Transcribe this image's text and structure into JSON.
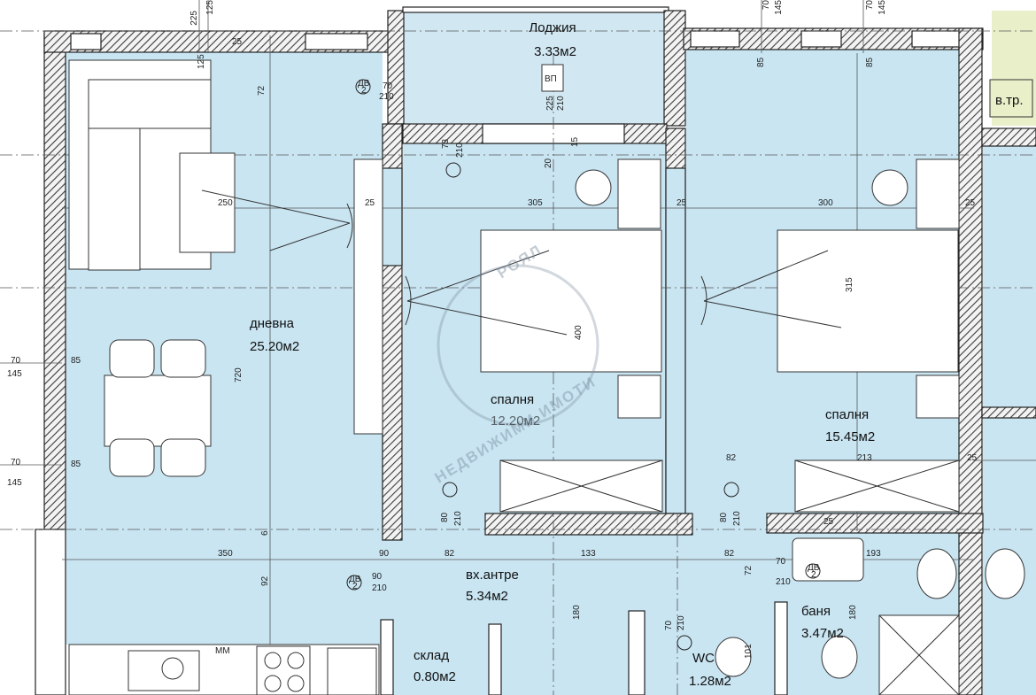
{
  "plan_title": "",
  "rooms": {
    "loggia": {
      "name": "Лоджия",
      "area": "3.33м2"
    },
    "living": {
      "name": "дневна",
      "area": "25.20м2"
    },
    "bedroom1": {
      "name": "спалня",
      "area": "12.20м2"
    },
    "bedroom2": {
      "name": "спалня",
      "area": "15.45м2"
    },
    "hall": {
      "name": "вх.антре",
      "area": "5.34м2"
    },
    "storage": {
      "name": "склад",
      "area": "0.80м2"
    },
    "bath": {
      "name": "баня",
      "area": "3.47м2"
    },
    "wc": {
      "name": "WC",
      "area": "1.28м2"
    },
    "vtr": {
      "name": "в.тр."
    }
  },
  "labels": {
    "vp": "ВП",
    "mm": "ММ"
  },
  "door_tags": {
    "dv": "ДВ",
    "n2": "2"
  },
  "dimensions": {
    "d225": "225",
    "d125": "125",
    "d70": "70",
    "d145": "145",
    "d85": "85",
    "d210": "210",
    "d25": "25",
    "d72": "72",
    "d73": "73",
    "d20": "20",
    "d15": "15",
    "d250": "250",
    "d305": "305",
    "d300": "300",
    "d315": "315",
    "d720": "720",
    "d400": "400",
    "d82": "82",
    "d213": "213",
    "d350": "350",
    "d92": "92",
    "d180": "180",
    "d90": "90",
    "d133": "133",
    "d193": "193",
    "d101": "101",
    "d6": "6",
    "d80": "80"
  },
  "watermark": {
    "logo": "РОЯЛ",
    "tagline": "НЕДВИЖИМИ ИМОТИ"
  },
  "colors": {
    "floor": "#c9e5f2",
    "loggia_floor": "#d1e8f3",
    "wall_hatch": "#3c3c3c",
    "neighbor": "#e9efc9",
    "watermark": "#7d8ea0"
  }
}
